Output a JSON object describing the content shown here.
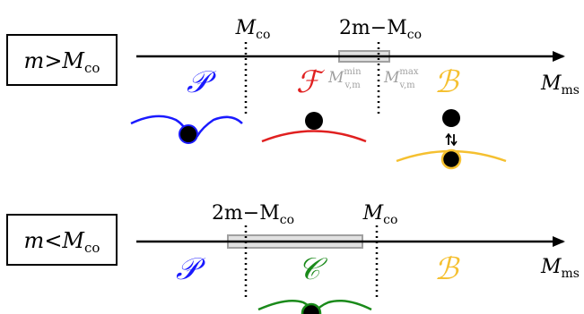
{
  "panels": [
    {
      "id": "top",
      "condition": {
        "lhs": "m",
        "rel": ">",
        "base": "M",
        "sub": "co"
      },
      "mark_left": {
        "base": "M",
        "sub": "co"
      },
      "mark_right": {
        "base": "2m−M",
        "sub": "co"
      },
      "axis_label": {
        "base": "M",
        "sub": "ms"
      },
      "bar_min_label": {
        "base": "M",
        "sub": "v,m",
        "sup": "min"
      },
      "bar_max_label": {
        "base": "M",
        "sub": "v,m",
        "sup": "max"
      },
      "regions": [
        {
          "letter": "𝒫",
          "color": "#1a1aff",
          "shape": "well"
        },
        {
          "letter": "ℱ",
          "color": "#e02020",
          "shape": "hill"
        },
        {
          "letter": "ℬ",
          "color": "#f5c030",
          "shape": "hill-with-ball"
        }
      ]
    },
    {
      "id": "bottom",
      "condition": {
        "lhs": "m",
        "rel": "<",
        "base": "M",
        "sub": "co"
      },
      "mark_left": {
        "base": "2m−M",
        "sub": "co"
      },
      "mark_right": {
        "base": "M",
        "sub": "co"
      },
      "axis_label": {
        "base": "M",
        "sub": "ms"
      },
      "regions": [
        {
          "letter": "𝒫",
          "color": "#1a1aff",
          "shape": "none"
        },
        {
          "letter": "𝒞",
          "color": "#1a8a1a",
          "shape": "well"
        },
        {
          "letter": "ℬ",
          "color": "#f5c030",
          "shape": "none"
        }
      ]
    }
  ],
  "colors": {
    "axis": "#000000",
    "band_fill": "#e0e0e0",
    "band_stroke": "#a0a0a0",
    "bar_label": "#a0a0a0"
  }
}
